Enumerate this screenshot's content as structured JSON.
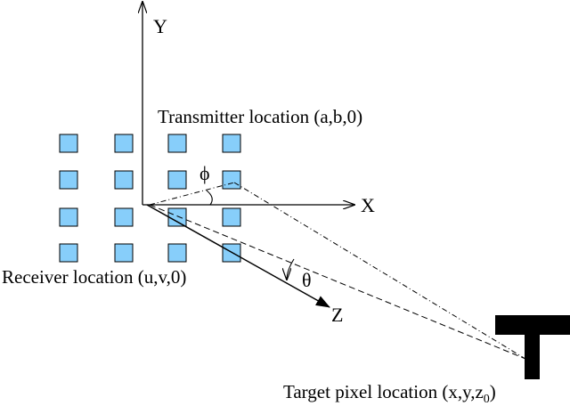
{
  "axes": {
    "x_label": "X",
    "y_label": "Y",
    "z_label": "Z"
  },
  "labels": {
    "transmitter": "Transmitter location (a,b,0)",
    "receiver": "Receiver location (u,v,0)",
    "target_prefix": "Target pixel location (x,y,z",
    "target_subscript": "0",
    "target_suffix": ")"
  },
  "angles": {
    "phi": "ϕ",
    "theta": "θ"
  },
  "array": {
    "rows": 4,
    "cols": 4,
    "element_fill": "#87cefa",
    "element_stroke": "#000000"
  }
}
